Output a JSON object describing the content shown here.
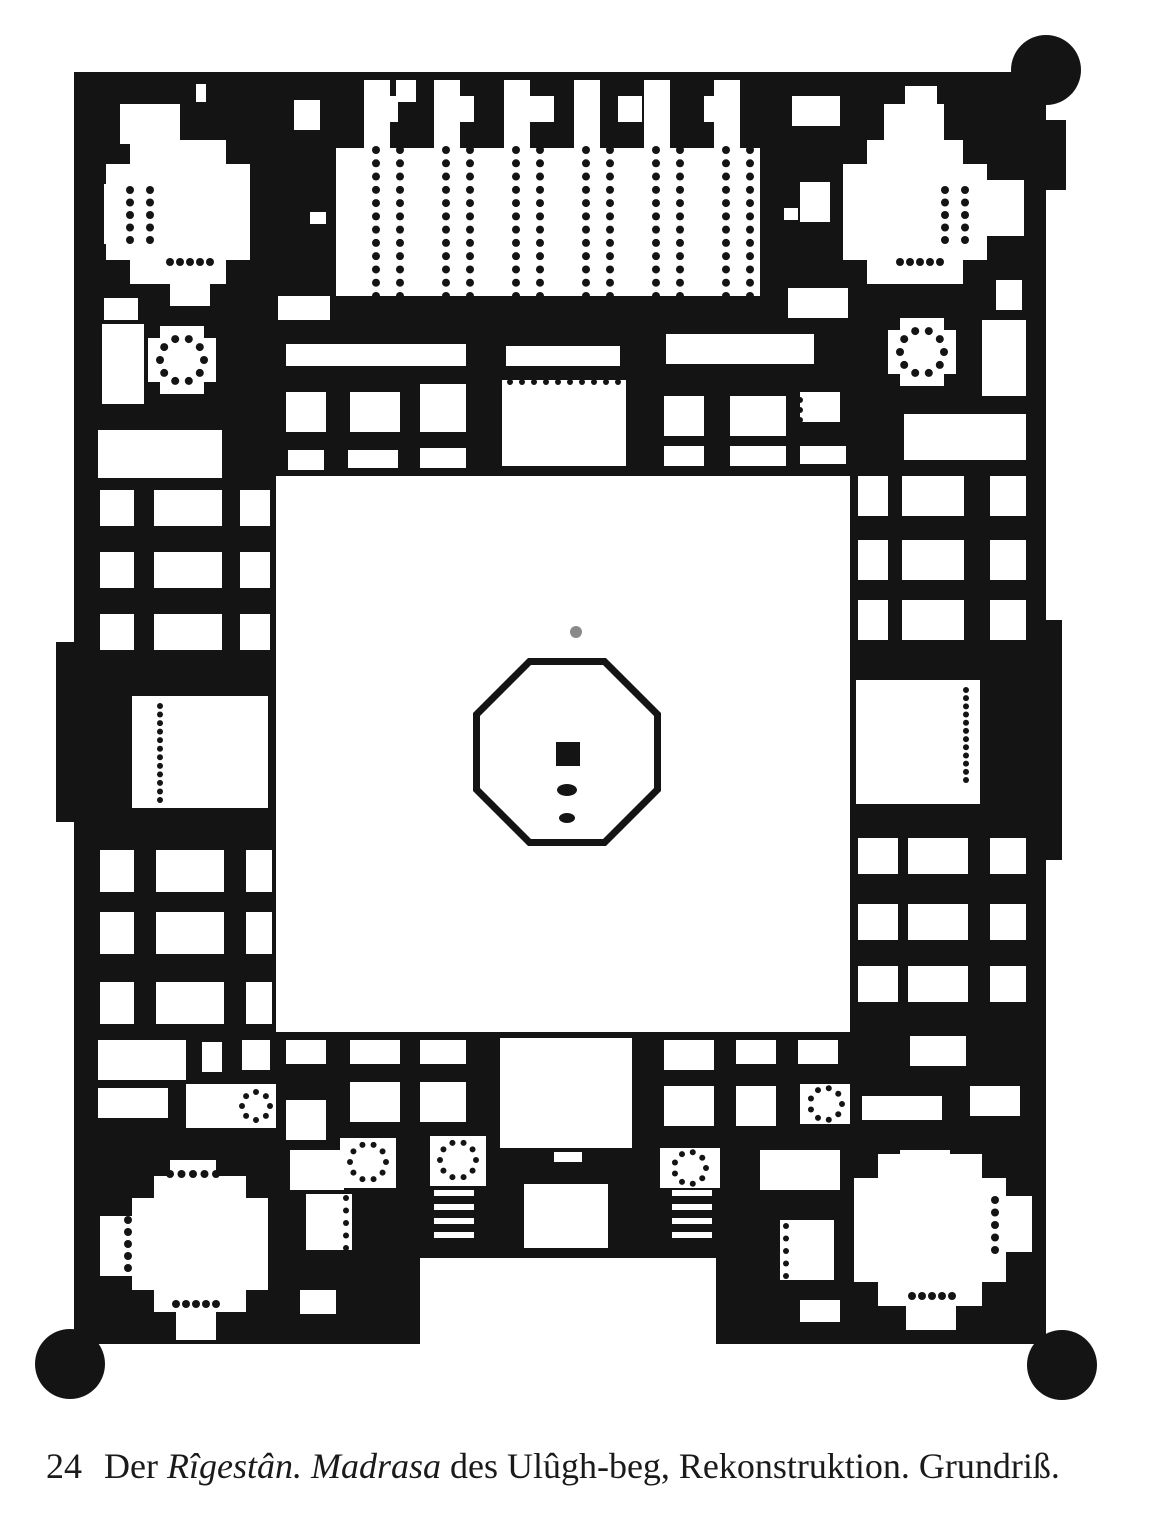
{
  "figure": {
    "caption": {
      "number": "24",
      "part1": "Der ",
      "italic1": "Rîgestân. Madrasa",
      "part2": " des Ulûgh-beg, Rekonstruktion. Grundriß."
    },
    "colors": {
      "ink": "#141414",
      "paper": "#ffffff"
    }
  }
}
